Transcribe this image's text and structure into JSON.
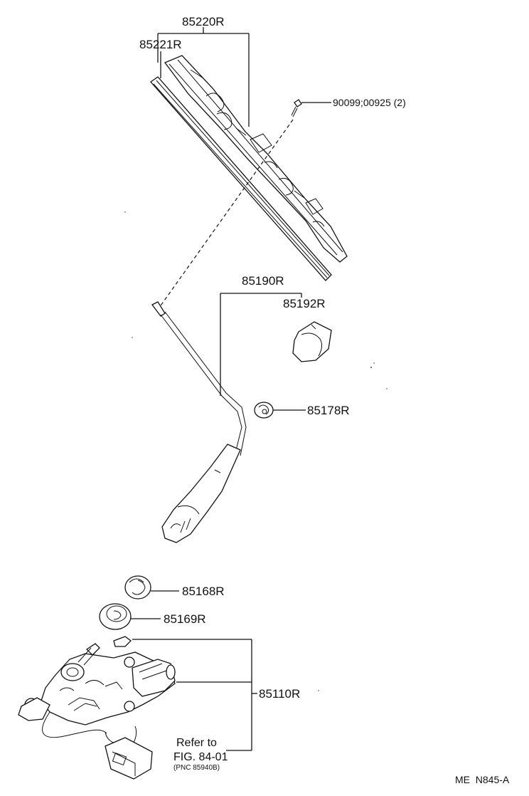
{
  "parts": {
    "blade_assy": "85220R",
    "blade_rubber": "85221R",
    "screw": "90099;00925 (2)",
    "arm_assy": "85190R",
    "arm_cap": "85192R",
    "pivot_nut_cap": "85178R",
    "cap_a": "85168R",
    "cap_b": "85169R",
    "motor_assy": "85110R"
  },
  "reference": {
    "line1": "Refer to",
    "line2": "FIG. 84-01",
    "line3": "(PNC 85940B)"
  },
  "drawing_code": "ME  N845-A",
  "icons": [
    "wiper-blade-icon",
    "wiper-arm-icon",
    "wiper-motor-icon",
    "cap-icon",
    "screw-icon",
    "nut-icon",
    "connector-icon"
  ]
}
